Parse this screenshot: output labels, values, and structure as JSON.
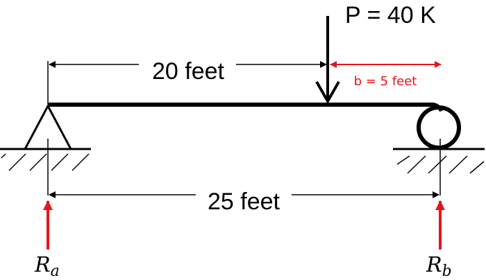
{
  "diagram": {
    "type": "simply-supported-beam",
    "load": {
      "label": "P = 40 K",
      "value": 40,
      "unit": "K",
      "direction": "down"
    },
    "dimensions": {
      "a_label": "20 feet",
      "b_label": "b = 5 feet",
      "span_label": "25 feet"
    },
    "reactions": {
      "left": {
        "symbol": "R",
        "subscript": "a"
      },
      "right": {
        "symbol": "R",
        "subscript": "b"
      }
    },
    "supports": {
      "left": "pin",
      "right": "roller"
    },
    "colors": {
      "line": "#000000",
      "highlight": "#e8141b"
    }
  }
}
